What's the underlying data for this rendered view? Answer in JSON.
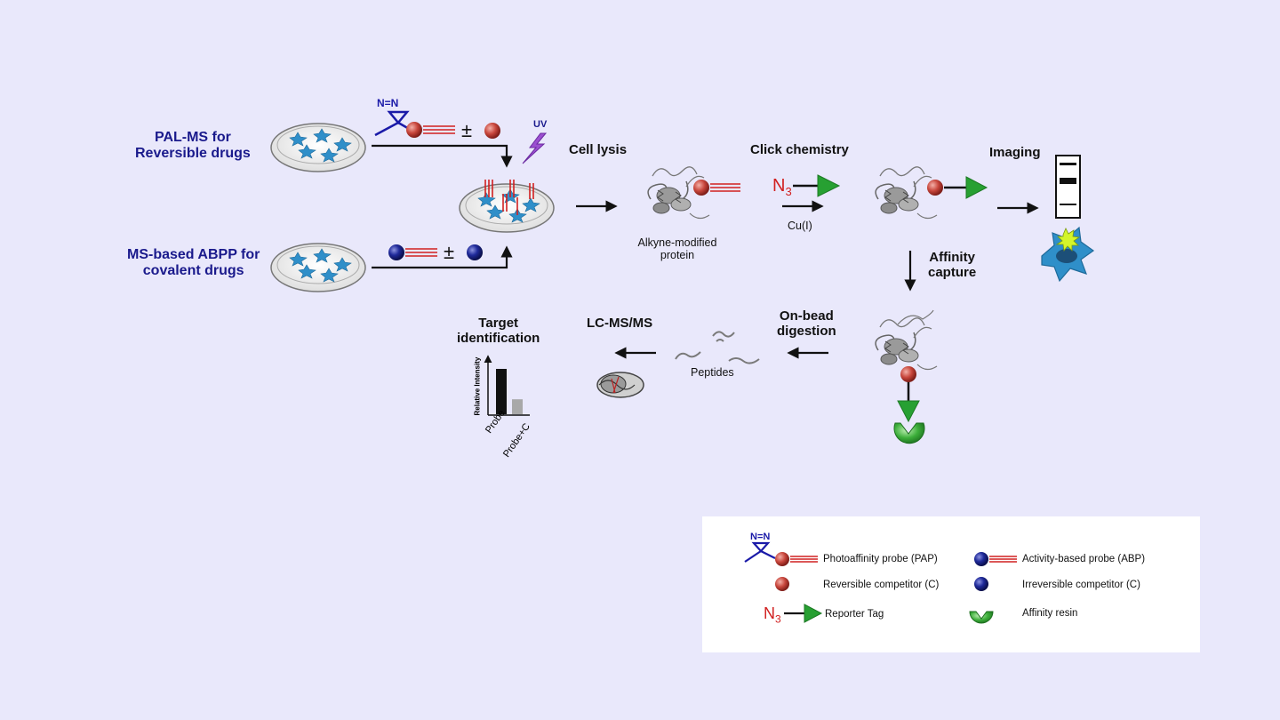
{
  "workflow": {
    "pal_ms_label": "PAL-MS for\nReversible drugs",
    "abpp_label": "MS-based ABPP for\ncovalent drugs",
    "uv_label": "UV",
    "plus_minus": "±",
    "cell_lysis": "Cell lysis",
    "alkyne_protein": "Alkyne-modified\nprotein",
    "click_chemistry": "Click chemistry",
    "azide_symbol": "N",
    "azide_subscript": "3",
    "copper_label": "Cu(I)",
    "imaging": "Imaging",
    "affinity_capture": "Affinity\ncapture",
    "on_bead_digestion": "On-bead\ndigestion",
    "peptides": "Peptides",
    "lcms": "LC-MS/MS",
    "target_identification": "Target\nidentification"
  },
  "chart_data": {
    "type": "bar",
    "categories": [
      "Probe",
      "Probe+C"
    ],
    "values": [
      0.85,
      0.28
    ],
    "ylabel": "Relative Intensity",
    "colors": [
      "#111111",
      "#a8a8a8"
    ]
  },
  "legend": {
    "pap": "Photoaffinity probe (PAP)",
    "abp": "Activity-based probe (ABP)",
    "rev_comp": "Reversible competitor (C)",
    "irrev_comp": "Irreversible competitor (C)",
    "reporter": "Reporter Tag",
    "resin": "Affinity resin",
    "azide_symbol": "N",
    "azide_subscript": "3",
    "diazirine": "N=N"
  },
  "colors": {
    "navy_text": "#1a1a8c",
    "probe_red": "#c0392b",
    "probe_blue": "#1b1f8a",
    "reporter_green": "#27a032",
    "cell_blue": "#2f8fc9",
    "background": "#e9e8fb"
  }
}
